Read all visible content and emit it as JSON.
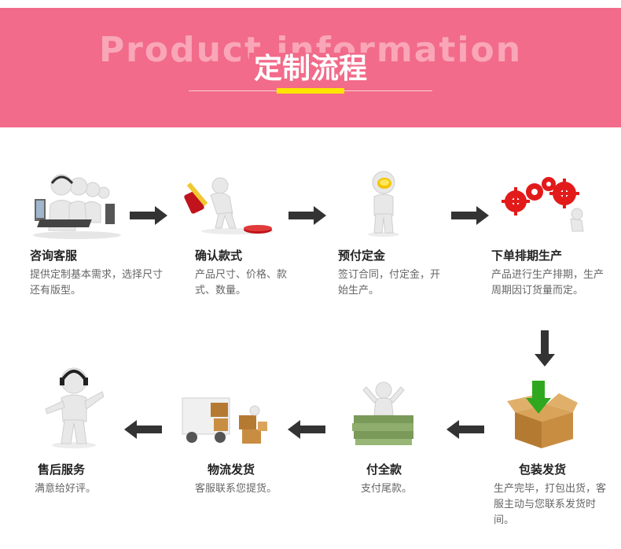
{
  "header": {
    "bg_text": "Product information",
    "title": "定制流程",
    "accent_color": "#f26b8a",
    "highlight_color": "#ffe400"
  },
  "steps": [
    {
      "name": "咨询客服",
      "desc": "提供定制基本需求，选择尺寸还有版型。",
      "icon": "customer-service-figures-icon"
    },
    {
      "name": "确认款式",
      "desc": "产品尺寸、价格、款式、数量。",
      "icon": "stamp-figure-icon"
    },
    {
      "name": "预付定金",
      "desc": "签订合同，付定金，开始生产。",
      "icon": "coin-figure-icon"
    },
    {
      "name": "下单排期生产",
      "desc": "产品进行生产排期，生产周期因订货量而定。",
      "icon": "gears-figure-icon"
    },
    {
      "name": "包装发货",
      "desc": "生产完毕，打包出货，客服主动与您联系发货时间。",
      "icon": "box-arrow-icon"
    },
    {
      "name": "付全款",
      "desc": "支付尾款。",
      "icon": "money-figure-icon"
    },
    {
      "name": "物流发货",
      "desc": "客服联系您提货。",
      "icon": "truck-boxes-icon"
    },
    {
      "name": "售后服务",
      "desc": "满意给好评。",
      "icon": "headset-figure-icon"
    }
  ]
}
